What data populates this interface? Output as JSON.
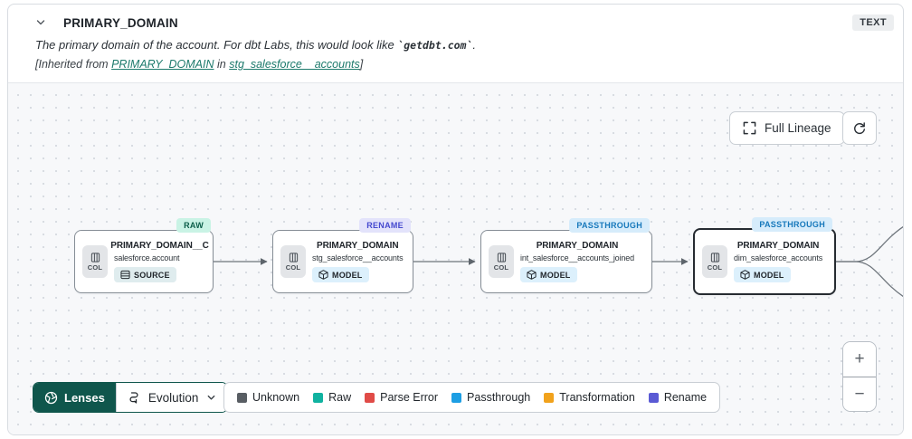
{
  "header": {
    "title": "PRIMARY_DOMAIN",
    "type_badge": "TEXT",
    "description_prefix": "The primary domain of the account. For dbt Labs, this would look like ",
    "description_code": "`getdbt.com`",
    "description_suffix": ".",
    "inherited_prefix": "[Inherited from ",
    "inherited_link_column": "PRIMARY_DOMAIN",
    "inherited_mid": " in ",
    "inherited_link_model": "stg_salesforce__accounts",
    "inherited_suffix": "]"
  },
  "toolbar": {
    "full_lineage": "Full Lineage"
  },
  "graph": {
    "nodes": [
      {
        "pos": "n1",
        "evolution": "raw",
        "evolution_label": "RAW",
        "title": "PRIMARY_DOMAIN__C",
        "subtitle": "salesforce.account",
        "kind": "source",
        "resource_label": "SOURCE",
        "col_label": "COL",
        "selected": false
      },
      {
        "pos": "n2",
        "evolution": "rename",
        "evolution_label": "RENAME",
        "title": "PRIMARY_DOMAIN",
        "subtitle": "stg_salesforce__accounts",
        "kind": "model",
        "resource_label": "MODEL",
        "col_label": "COL",
        "selected": false
      },
      {
        "pos": "n3",
        "evolution": "passthrough",
        "evolution_label": "PASSTHROUGH",
        "title": "PRIMARY_DOMAIN",
        "subtitle": "int_salesforce__accounts_joined",
        "kind": "model",
        "resource_label": "MODEL",
        "col_label": "COL",
        "selected": false
      },
      {
        "pos": "n4",
        "evolution": "passthrough",
        "evolution_label": "PASSTHROUGH",
        "title": "PRIMARY_DOMAIN",
        "subtitle": "dim_salesforce_accounts",
        "kind": "model",
        "resource_label": "MODEL",
        "col_label": "COL",
        "selected": true
      }
    ]
  },
  "footer": {
    "lenses_label": "Lenses",
    "lens_selected": "Evolution",
    "legend": [
      {
        "label": "Unknown",
        "color": "#585d63"
      },
      {
        "label": "Raw",
        "color": "#10b2a0"
      },
      {
        "label": "Parse Error",
        "color": "#e04b47"
      },
      {
        "label": "Passthrough",
        "color": "#1d9ee3"
      },
      {
        "label": "Transformation",
        "color": "#f1a21c"
      },
      {
        "label": "Rename",
        "color": "#5a5ad4"
      }
    ]
  },
  "zoom_controls": {
    "zoom_in": "+",
    "zoom_out": "−"
  }
}
